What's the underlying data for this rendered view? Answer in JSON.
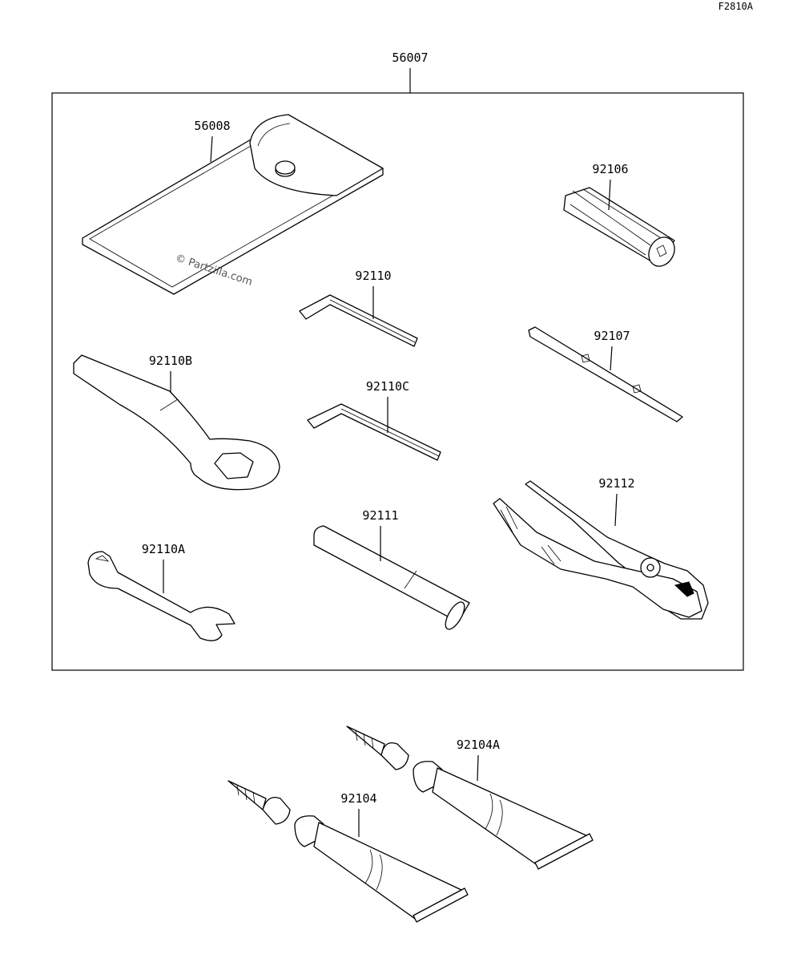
{
  "diagram": {
    "figure_code": "F2810A",
    "watermark": "© Partzilla.com",
    "footer_text": "",
    "labels": {
      "kit": "56007",
      "bag": "56008",
      "socket": "92106",
      "hex_key": "92110",
      "screwdriver": "92107",
      "ring_wrench": "92110B",
      "hex_key_c": "92110C",
      "pliers": "92112",
      "handle": "92111",
      "open_wrench": "92110A",
      "patch_tube_a": "92104A",
      "patch_tube": "92104"
    }
  }
}
